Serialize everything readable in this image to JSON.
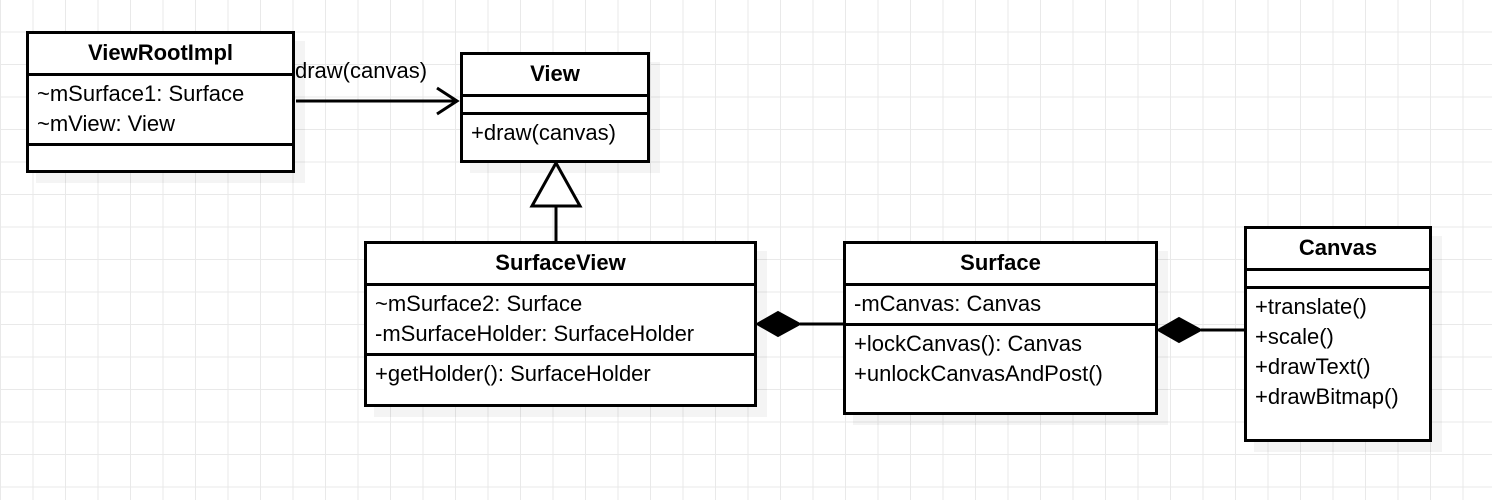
{
  "diagram": {
    "kind": "uml-class-diagram",
    "background": {
      "style": "grid-paper",
      "grid_color": "#e9e9e9",
      "page_color": "#ffffff"
    },
    "stroke_color": "#000000",
    "fill_color": "#ffffff"
  },
  "classes": {
    "view_root_impl": {
      "name": "ViewRootImpl",
      "attributes": [
        "~mSurface1: Surface",
        "~mView: View"
      ],
      "operations": []
    },
    "view": {
      "name": "View",
      "attributes": [],
      "operations": [
        "+draw(canvas)"
      ]
    },
    "surface_view": {
      "name": "SurfaceView",
      "attributes": [
        "~mSurface2: Surface",
        "-mSurfaceHolder: SurfaceHolder"
      ],
      "operations": [
        "+getHolder(): SurfaceHolder"
      ]
    },
    "surface": {
      "name": "Surface",
      "attributes": [
        "-mCanvas: Canvas"
      ],
      "operations": [
        "+lockCanvas(): Canvas",
        "+unlockCanvasAndPost()"
      ]
    },
    "canvas": {
      "name": "Canvas",
      "attributes": [],
      "operations": [
        "+translate()",
        "+scale()",
        "+drawText()",
        "+drawBitmap()"
      ]
    }
  },
  "relationships": [
    {
      "id": "viewrootimpl-to-view",
      "type": "association",
      "from": "ViewRootImpl",
      "to": "View",
      "label": "draw(canvas)",
      "arrow": "open-arrowhead"
    },
    {
      "id": "surfaceview-inherits-view",
      "type": "generalization",
      "from": "SurfaceView",
      "to": "View",
      "label": "",
      "arrow": "hollow-triangle"
    },
    {
      "id": "surfaceview-composes-surface",
      "type": "composition",
      "from": "SurfaceView",
      "to": "Surface",
      "label": "",
      "arrow": "filled-diamond"
    },
    {
      "id": "surface-composes-canvas",
      "type": "composition",
      "from": "Surface",
      "to": "Canvas",
      "label": "",
      "arrow": "filled-diamond"
    }
  ]
}
